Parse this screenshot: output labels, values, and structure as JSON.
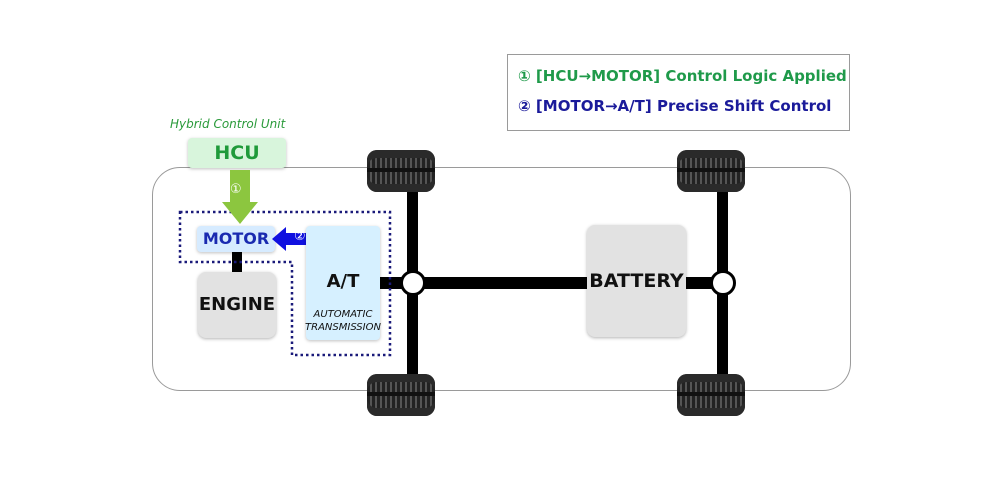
{
  "legend": {
    "item1": "① [HCU→MOTOR] Control Logic Applied",
    "item2": "② [MOTOR→A/T] Precise Shift Control",
    "item1_color": "#1f9a4a",
    "item2_color": "#1a1a9a"
  },
  "hcu": {
    "caption": "Hybrid Control Unit",
    "label": "HCU"
  },
  "arrows": {
    "hcu_to_motor_marker": "①",
    "motor_to_at_marker": "②",
    "hcu_arrow_color": "#8cc63f",
    "motor_arrow_color": "#1010e0"
  },
  "components": {
    "motor": "MOTOR",
    "engine": "ENGINE",
    "at": "A/T",
    "at_caption_line1": "AUTOMATIC",
    "at_caption_line2": "TRANSMISSION",
    "battery": "BATTERY"
  }
}
